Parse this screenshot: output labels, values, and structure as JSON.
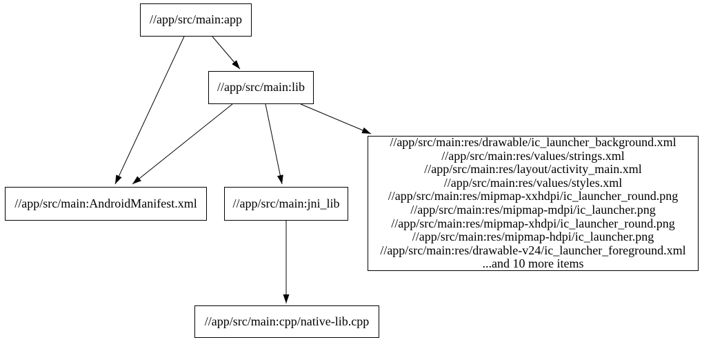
{
  "graph": {
    "type": "dependency-graph",
    "colors": {
      "background": "#ffffff",
      "node_border": "#000000",
      "node_fill": "#ffffff",
      "text": "#000000",
      "edge": "#000000"
    },
    "nodes": {
      "app": {
        "label": "//app/src/main:app"
      },
      "lib": {
        "label": "//app/src/main:lib"
      },
      "manifest": {
        "label": "//app/src/main:AndroidManifest.xml"
      },
      "jni_lib": {
        "label": "//app/src/main:jni_lib"
      },
      "resources": {
        "lines": [
          "//app/src/main:res/drawable/ic_launcher_background.xml",
          "//app/src/main:res/values/strings.xml",
          "//app/src/main:res/layout/activity_main.xml",
          "//app/src/main:res/values/styles.xml",
          "//app/src/main:res/mipmap-xxhdpi/ic_launcher_round.png",
          "//app/src/main:res/mipmap-mdpi/ic_launcher.png",
          "//app/src/main:res/mipmap-xhdpi/ic_launcher_round.png",
          "//app/src/main:res/mipmap-hdpi/ic_launcher.png",
          "//app/src/main:res/drawable-v24/ic_launcher_foreground.xml",
          "...and 10 more items"
        ]
      },
      "native_cpp": {
        "label": "//app/src/main:cpp/native-lib.cpp"
      }
    },
    "edges": [
      {
        "from": "app",
        "to": "lib"
      },
      {
        "from": "app",
        "to": "manifest"
      },
      {
        "from": "lib",
        "to": "manifest"
      },
      {
        "from": "lib",
        "to": "jni_lib"
      },
      {
        "from": "lib",
        "to": "resources"
      },
      {
        "from": "jni_lib",
        "to": "native_cpp"
      }
    ]
  }
}
